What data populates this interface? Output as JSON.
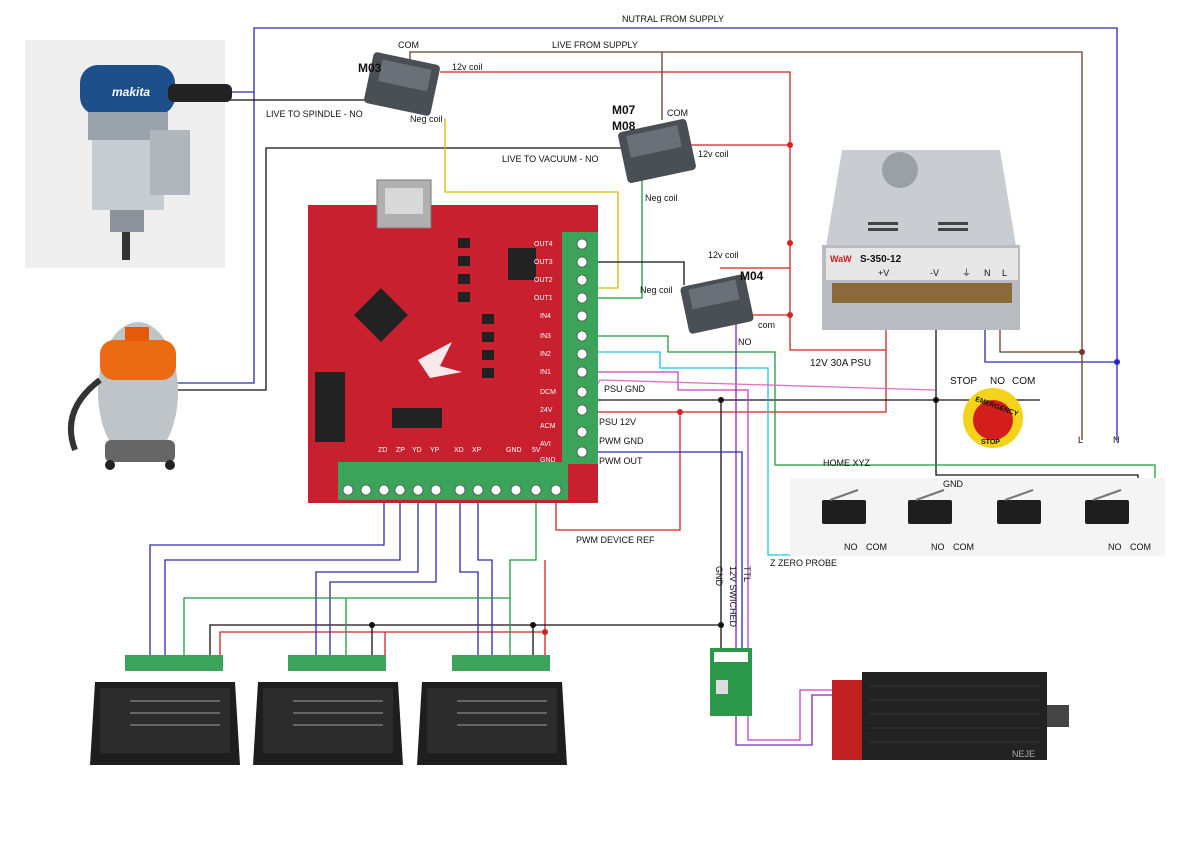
{
  "wiring": {
    "nutral_from_supply": "NUTRAL FROM SUPPLY",
    "live_from_supply": "LIVE FROM SUPPLY",
    "live_to_spindle": "LIVE TO SPINDLE - NO",
    "live_to_vacuum": "LIVE TO VACUUM - NO",
    "psu_gnd": "PSU GND",
    "psu_12v": "PSU 12V",
    "pwm_gnd": "PWM GND",
    "pwm_out": "PWM OUT",
    "pwm_device_ref": "PWM DEVICE REF",
    "home_xyz": "HOME XYZ",
    "gnd": "GND",
    "z_zero_probe": "Z ZERO PROBE",
    "gnd_vertical": "GND",
    "ttl": "TTL",
    "switched_12v": "12V SWICHED",
    "line_l": "L",
    "line_n": "N",
    "psu_caption": "12V 30A PSU"
  },
  "relays": {
    "m03": {
      "name": "M03",
      "com": "COM",
      "coil": "12v coil",
      "neg": "Neg coil"
    },
    "m07": {
      "name1": "M07",
      "name2": "M08",
      "com": "COM",
      "coil": "12v coil",
      "neg": "Neg coil"
    },
    "m04": {
      "name": "M04",
      "coil": "12v coil",
      "neg": "Neg coil",
      "com": "com",
      "no": "NO"
    }
  },
  "psu": {
    "model": "S-350-12",
    "brand": "WaW",
    "v_plus": "+V",
    "v_minus": "-V",
    "ground": "⏚",
    "n": "N",
    "l": "L"
  },
  "estop": {
    "stop": "STOP",
    "no": "NO",
    "com": "COM",
    "ring_text": "EMERGENCY",
    "center": "STOP"
  },
  "switches": {
    "no": "NO",
    "com": "COM"
  },
  "spindle": {
    "brand": "makita"
  },
  "laser": {
    "brand": "NEJE"
  },
  "board": {
    "outputs": [
      "OUT4",
      "OUT3",
      "OUT2",
      "OUT1"
    ],
    "inputs": [
      "IN4",
      "IN3",
      "IN2",
      "IN1"
    ],
    "power": [
      "DCM",
      "24V",
      "ACM",
      "AVI",
      "GND"
    ],
    "bottom": [
      "ZD",
      "ZP",
      "YD",
      "YP",
      "XD",
      "XP",
      "GND",
      "5V"
    ]
  },
  "colors": {
    "blue": "#2a2ab0",
    "brown": "#6b3a2a",
    "red": "#d42222",
    "black": "#111111",
    "green": "#1f9a3a",
    "yellow": "#e0b400",
    "cyan": "#19c6d6",
    "magenta": "#c040c0",
    "pcb": "#c8202e"
  }
}
